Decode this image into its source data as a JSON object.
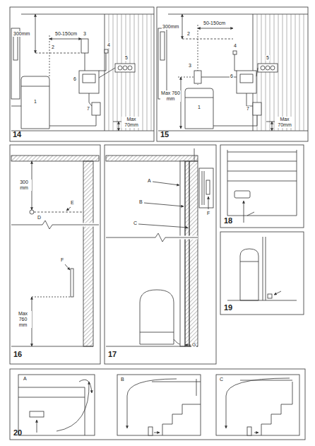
{
  "diagram": {
    "labels": [
      "14",
      "300mm",
      "50-150cm",
      "2",
      "3",
      "4",
      "5",
      "6",
      "1",
      "7",
      "Max 70mm",
      "15",
      "300mm",
      "50-150cm",
      "2",
      "3",
      "4",
      "5",
      "6",
      "Max 760 mm",
      "1",
      "7",
      "Max 70mm",
      "16",
      "300 mm",
      "D",
      "E",
      "F",
      "Max 760 mm",
      "17",
      "A",
      "B",
      "C",
      "F",
      "G",
      "18",
      "19",
      "20",
      "A",
      "B",
      "C"
    ]
  }
}
